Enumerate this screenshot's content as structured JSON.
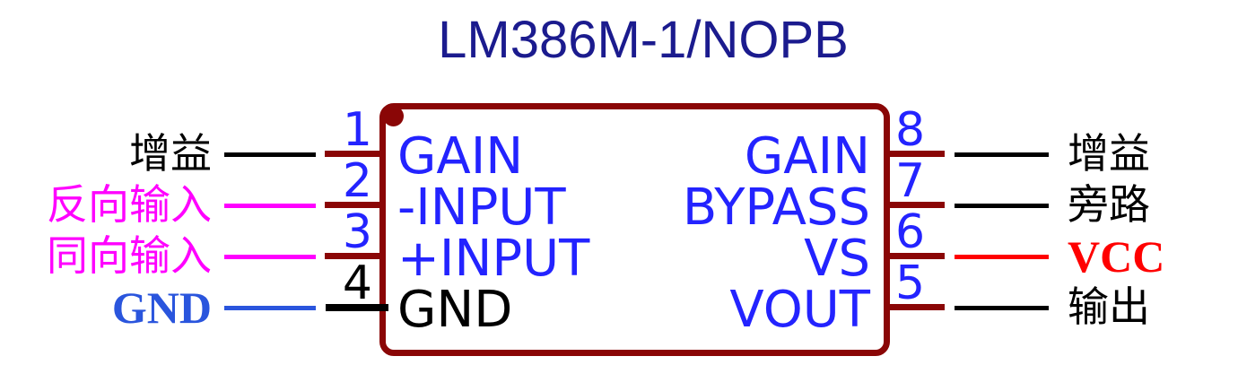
{
  "title": "LM386M-1/NOPB",
  "colors": {
    "title_blue": "#1b1b8e",
    "pin_blue": "#2323ff",
    "chip_outline_red": "#8a0606",
    "wire_black": "#000000",
    "wire_magenta": "#ff00ff",
    "wire_red": "#ff0000",
    "gnd_blue": "#2a55dd"
  },
  "chip": {
    "left_pins": [
      {
        "number": "1",
        "inner_label": "GAIN",
        "external_label": "增益",
        "number_color": "#2323ff",
        "inner_color": "#2323ff",
        "stub_color": "#8a0606",
        "wire_color": "#000000",
        "label_color": "#000000"
      },
      {
        "number": "2",
        "inner_label": "-INPUT",
        "external_label": "反向输入",
        "number_color": "#2323ff",
        "inner_color": "#2323ff",
        "stub_color": "#8a0606",
        "wire_color": "#ff00ff",
        "label_color": "#ff00ff"
      },
      {
        "number": "3",
        "inner_label": "+INPUT",
        "external_label": "同向输入",
        "number_color": "#2323ff",
        "inner_color": "#2323ff",
        "stub_color": "#8a0606",
        "wire_color": "#ff00ff",
        "label_color": "#ff00ff"
      },
      {
        "number": "4",
        "inner_label": "GND",
        "external_label": "GND",
        "number_color": "#000000",
        "inner_color": "#000000",
        "stub_color": "#000000",
        "wire_color": "#2a55dd",
        "label_color": "#2a55dd"
      }
    ],
    "right_pins": [
      {
        "number": "8",
        "inner_label": "GAIN",
        "external_label": "增益",
        "number_color": "#2323ff",
        "inner_color": "#2323ff",
        "stub_color": "#8a0606",
        "wire_color": "#000000",
        "label_color": "#000000"
      },
      {
        "number": "7",
        "inner_label": "BYPASS",
        "external_label": "旁路",
        "number_color": "#2323ff",
        "inner_color": "#2323ff",
        "stub_color": "#8a0606",
        "wire_color": "#000000",
        "label_color": "#000000"
      },
      {
        "number": "6",
        "inner_label": "VS",
        "external_label": "VCC",
        "number_color": "#2323ff",
        "inner_color": "#2323ff",
        "stub_color": "#8a0606",
        "wire_color": "#ff0000",
        "label_color": "#ff0000"
      },
      {
        "number": "5",
        "inner_label": "VOUT",
        "external_label": "输出",
        "number_color": "#2323ff",
        "inner_color": "#2323ff",
        "stub_color": "#8a0606",
        "wire_color": "#000000",
        "label_color": "#000000"
      }
    ]
  }
}
